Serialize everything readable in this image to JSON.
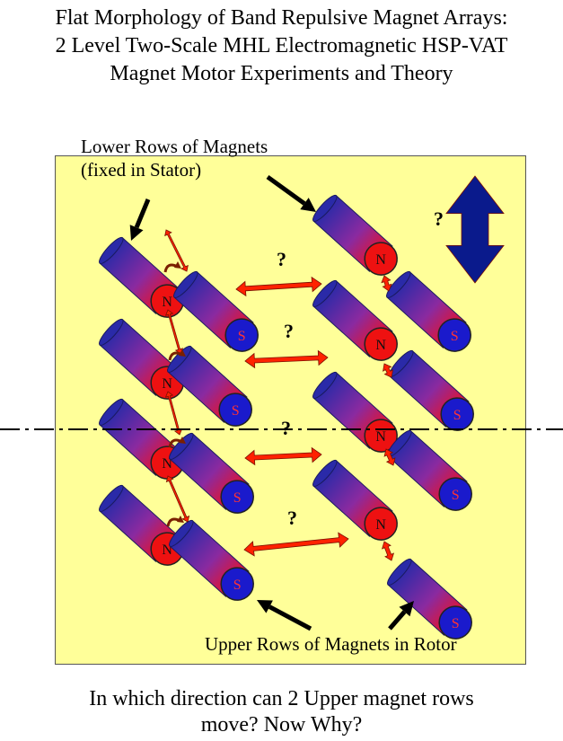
{
  "title": {
    "line1": "Flat  Morphology of Band Repulsive Magnet Arrays:",
    "line2": "2 Level Two-Scale MHL Electromagnetic HSP-VAT",
    "line3": "Magnet Motor Experiments and Theory"
  },
  "labels": {
    "lower_rows_line1": "Lower Rows of Magnets",
    "lower_rows_line2": "(fixed in Stator)",
    "upper_rows": "Upper Rows of Magnets in Rotor",
    "question_mark": "?",
    "north": "N",
    "south": "S"
  },
  "bottom_text": {
    "line1": "In which direction can 2 Upper magnet rows",
    "line2": "move?       Now  Why?"
  },
  "colors": {
    "panel_background": "#ffff99",
    "magnet_blue": "#2a2aa8",
    "magnet_red": "#ee1122",
    "pole_red": "#ee1111",
    "pole_blue": "#1a1acc",
    "arrow_red": "#ff2200",
    "arrow_blue": "#0a1a8c",
    "pointer_black": "#000000"
  }
}
